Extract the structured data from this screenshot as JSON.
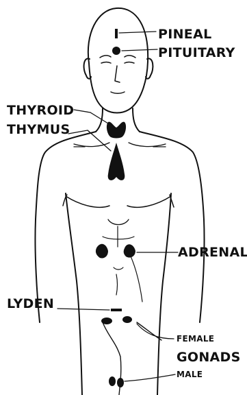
{
  "labels": {
    "pineal": "PINEAL",
    "pituitary": "PITUITARY",
    "thyroid": "THYROID",
    "thymus": "THYMUS",
    "adrenal": "ADRENAL",
    "lyden": "LYDEN",
    "female": "FEMALE",
    "gonads": "GONADS",
    "male": "MALE"
  },
  "colors": {
    "ink": "#111111",
    "background": "#ffffff"
  }
}
